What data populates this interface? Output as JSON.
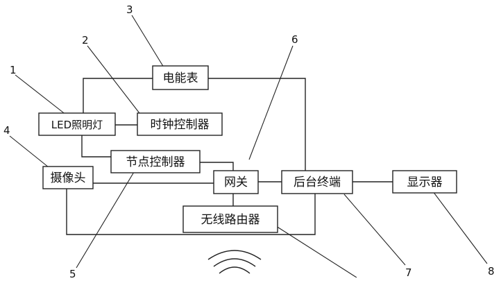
{
  "components": {
    "energy_meter": "电能表",
    "led_light": "LED照明灯",
    "clock_controller": "时钟控制器",
    "camera": "摄像头",
    "node_controller": "节点控制器",
    "gateway": "网关",
    "backend_terminal": "后台终端",
    "display": "显示器",
    "wireless_router": "无线路由器"
  },
  "reference_numbers": {
    "led_light": "1",
    "clock_controller": "2",
    "energy_meter": "3",
    "camera": "4",
    "node_controller": "5",
    "gateway": "6",
    "backend_terminal": "7",
    "display": "8"
  },
  "icons": {
    "wireless_signal": "wifi-signal-icon"
  }
}
